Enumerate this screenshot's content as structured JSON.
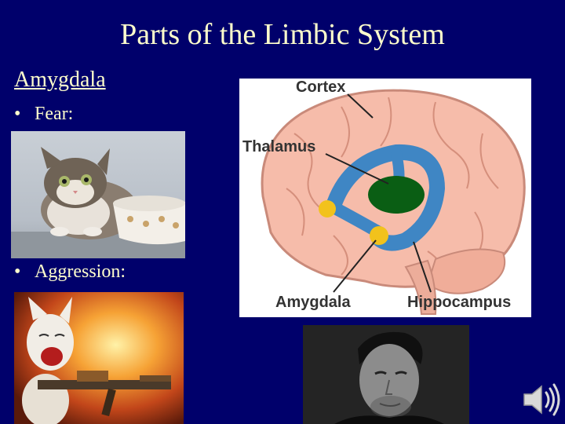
{
  "slide": {
    "title": "Parts of the Limbic System",
    "subhead": "Amygdala",
    "bullets": [
      "Fear:",
      "Aggression:"
    ],
    "bullet_glyph": "•"
  },
  "diagram": {
    "labels": {
      "cortex": "Cortex",
      "thalamus": "Thalamus",
      "amygdala": "Amygdala",
      "hippocampus": "Hippocampus"
    }
  },
  "colors": {
    "background": "#00006b",
    "text": "#ffffcc",
    "brain": "#f4b7a6",
    "limbic": "#3f86c4",
    "thalamus": "#0a5e14",
    "amygdala": "#f2c21c"
  },
  "icons": [
    "speaker-icon"
  ]
}
